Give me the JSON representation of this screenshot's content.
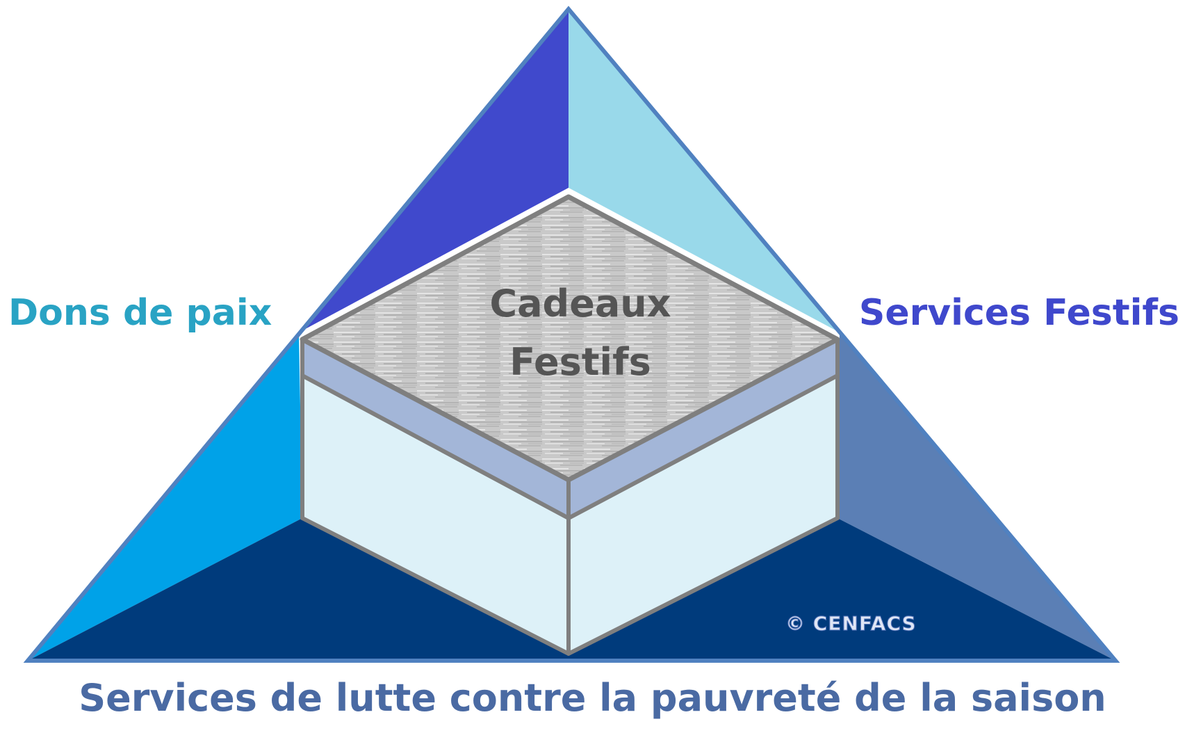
{
  "labels": {
    "left": "Dons de paix",
    "right": "Services Festifs",
    "bottom": "Services de lutte contre la pauvreté de la saison",
    "center_line1": "Cadeaux",
    "center_line2": "Festifs",
    "copyright": "© CENFACS"
  },
  "colors": {
    "left_label": "#29a3c4",
    "right_label": "#3f48cc",
    "bottom_label": "#4a6aa3",
    "center_label": "#555555",
    "upper_left_face": "#4049cc",
    "upper_right_face": "#99d9ea",
    "lower_left_face": "#00a2e8",
    "lower_right_face": "#5b7fb5",
    "bottom_face": "#003b7c",
    "triangle_outline": "#5081c0",
    "box_outline": "#7f7f7f",
    "box_rim": "#a3b6d8",
    "box_sides": "#ddf1f8",
    "box_top": "#c8c8c8"
  }
}
